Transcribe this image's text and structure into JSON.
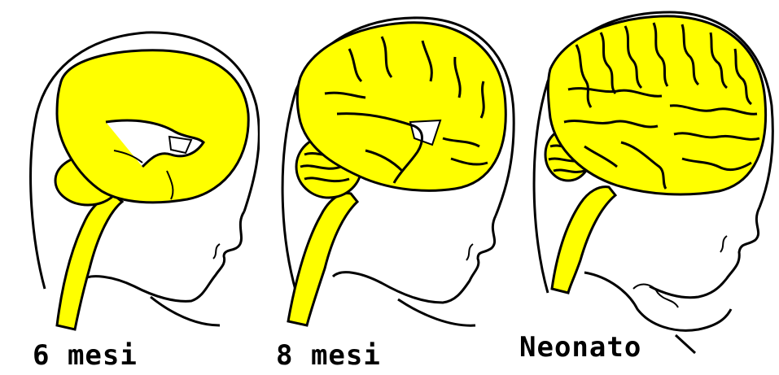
{
  "stages": [
    {
      "label": "6 mesi"
    },
    {
      "label": "8 mesi"
    },
    {
      "label": "Neonato"
    }
  ],
  "colors": {
    "brain": "#ffff00",
    "outline": "#000000",
    "background": "#ffffff"
  }
}
